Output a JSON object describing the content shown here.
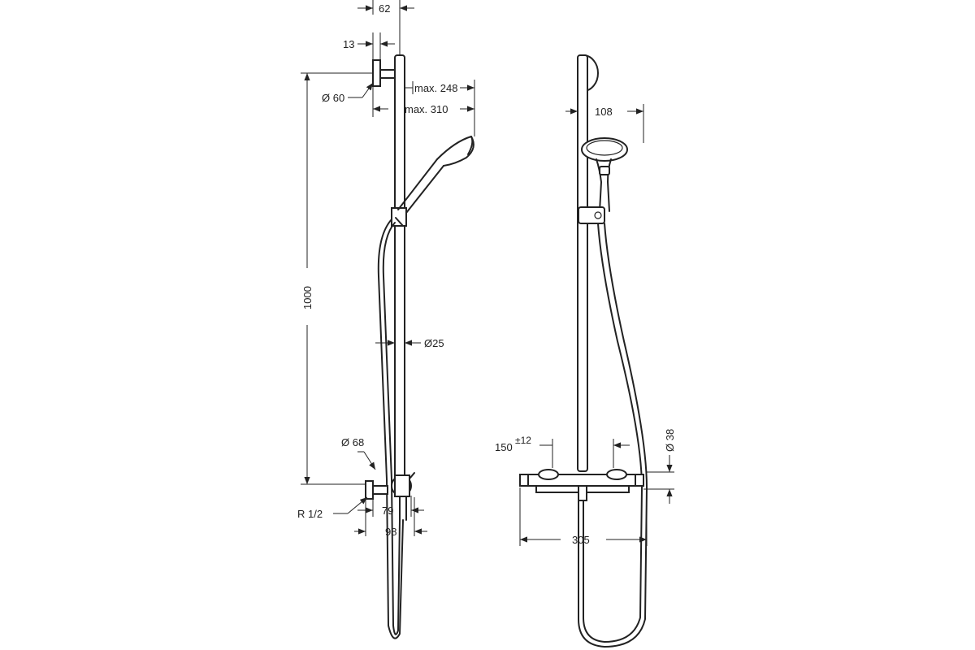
{
  "side_view": {
    "labels": {
      "d62": "62",
      "d13": "13",
      "d60": "Ø 60",
      "max248": "max. 248",
      "max310": "max. 310",
      "d1000": "1000",
      "d25": "Ø25",
      "d68": "Ø 68",
      "r12": "R 1/2",
      "d79": "79",
      "d98": "98"
    }
  },
  "front_view": {
    "labels": {
      "d108": "108",
      "d150": "150",
      "tol12": "±12",
      "d38": "Ø 38",
      "d305": "305"
    }
  }
}
